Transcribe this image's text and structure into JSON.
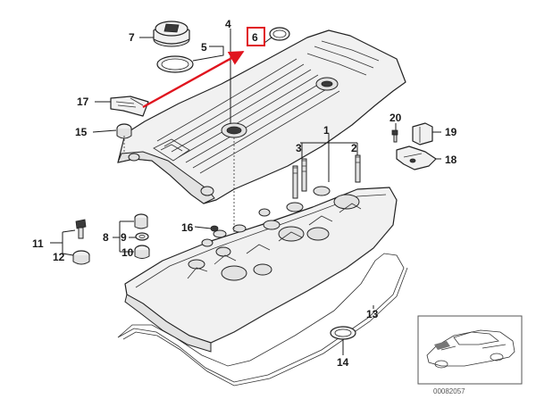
{
  "diagram": {
    "callouts": {
      "c1": "1",
      "c2": "2",
      "c3": "3",
      "c4": "4",
      "c5": "5",
      "c6": "6",
      "c7": "7",
      "c8": "8",
      "c9": "9",
      "c10": "10",
      "c11": "11",
      "c12": "12",
      "c13": "13",
      "c14": "14",
      "c15": "15",
      "c16": "16",
      "c17": "17",
      "c18": "18",
      "c19": "19",
      "c20": "20"
    },
    "highlighted_part": "6",
    "reference_number": "00082057",
    "colors": {
      "highlight": "#e0141e",
      "ink": "#1a1a1a",
      "part_fill": "#f1f1f1"
    }
  }
}
